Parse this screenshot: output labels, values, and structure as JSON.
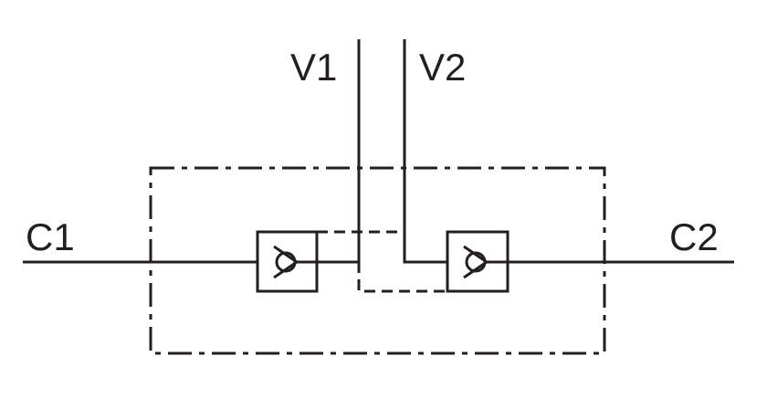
{
  "diagram": {
    "ports": {
      "c1": "C1",
      "c2": "C2",
      "v1": "V1",
      "v2": "V2"
    },
    "colors": {
      "line": "#231f20",
      "background": "#ffffff"
    },
    "symbols": [
      "check-valve-left",
      "check-valve-right"
    ]
  }
}
